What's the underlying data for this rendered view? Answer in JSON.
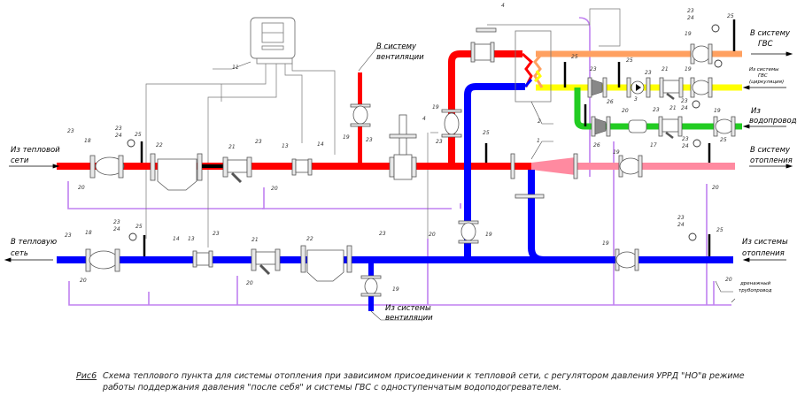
{
  "caption": {
    "figure_label": "Рис6",
    "line1": "Схема теплового пункта для системы отопления при зависимом присоединении к тепловой сети, с регулятором давления УРРД \"НО\"в режиме",
    "line2": "работы поддержания давления \"после себя\" и системы ГВС с одноступенчатым водоподогревателем."
  },
  "io_labels": {
    "supply_in": [
      "Из тепловой",
      "сети"
    ],
    "return_out": [
      "В тепловую",
      "сеть"
    ],
    "vent_supply": [
      "В систему",
      "вентиляции"
    ],
    "vent_return": [
      "Из системы",
      "вентиляции"
    ],
    "dhw_out": [
      "В систему",
      "ГВС"
    ],
    "dhw_circ_in": [
      "Из системы",
      "ГВС",
      "(циркуляция)"
    ],
    "water_in": [
      "Из",
      "водопровода"
    ],
    "heating_out": [
      "В систему",
      "отопления"
    ],
    "heating_in": [
      "Из системы",
      "отопления"
    ],
    "drain": [
      "дренажный",
      "трубопровод"
    ]
  },
  "colors": {
    "supply": "#ff0000",
    "return": "#0000ff",
    "dhw": "#ffa060",
    "circulation": "#ffff00",
    "cold_water": "#22cc22",
    "heating_supply": "#ff8aa0",
    "drain": "#c080f0",
    "control": "#777777"
  },
  "labels": {
    "n1": "1",
    "n2": "2",
    "n3": "3",
    "n4": "4",
    "n11": "11",
    "n13": "13",
    "n14": "14",
    "n17": "17",
    "n18": "18",
    "n19": "19",
    "n20": "20",
    "n21": "21",
    "n22": "22",
    "n23": "23",
    "n24": "24",
    "n25": "25",
    "n26": "26"
  }
}
